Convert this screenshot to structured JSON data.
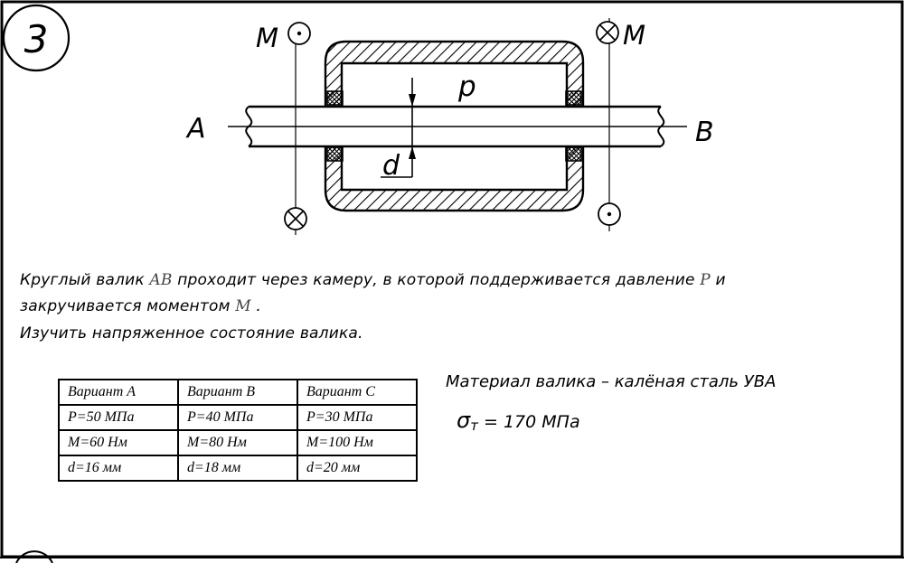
{
  "problem_number": "3",
  "diagram": {
    "moment_label_left": "M",
    "moment_label_right": "M",
    "pressure_label": "p",
    "diameter_label": "d",
    "end_label_a": "A",
    "end_label_b": "B"
  },
  "task": {
    "line1_part1": "Круглый валик ",
    "sym_ab": "AB",
    "line1_part2": "  проходит через камеру, в которой поддерживается давление ",
    "sym_p": "P",
    "line1_part3": "  и",
    "line2_part1": "закручивается моментом ",
    "sym_m": "M",
    "line2_part2": " .",
    "line3": "Изучить напряженное состояние валика."
  },
  "variants": {
    "headers": [
      "Вариант А",
      "Вариант В",
      "Вариант С"
    ],
    "rows": [
      [
        "P=50 МПа",
        "P=40 МПа",
        "P=30 МПа"
      ],
      [
        "M=60 Нм",
        "M=80 Нм",
        "M=100 Нм"
      ],
      [
        "d=16 мм",
        "d=18 мм",
        "d=20 мм"
      ]
    ]
  },
  "material": {
    "text": "Материал валика –  калёная сталь УВА",
    "sigma_symbol": "σ",
    "sigma_sub": "т",
    "sigma_value": " = 170  МПа"
  }
}
